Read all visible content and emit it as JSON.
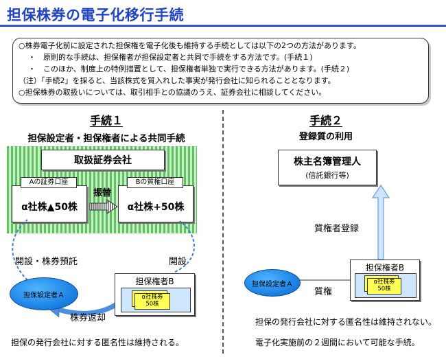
{
  "title": "担保株券の電子化移行手続",
  "notes": [
    "○株券電子化前に設定された担保権を電子化後も維持する手続としては以下の2つの方法があります。",
    "・　原則的な手続は、担保権者が担保設定者と共同で手続をする方法です。(手続１)",
    "・　このほか、制度上の特例措置として、担保権者単独で実行できる方法があります。(手続２)",
    "（注）「手続2」を採ると、当該株式を質入れした事実が発行会社に知られることとなります。",
    "○担保株券の取扱いについては、取引相手との協議のうえ、証券会社に相談してください。"
  ],
  "proc1": {
    "heading": "手続１",
    "subheading": "担保設定者・担保権者による共同手続",
    "broker": "取扱証券会社",
    "acctA_tab": "Aの証券口座",
    "acctA_value": "α社株▲50株",
    "transfer": "振替",
    "acctB_tab": "Bの質権口座",
    "acctB_value": "α社株+50株",
    "open_left": "開設・株券預託",
    "open_right": "開設",
    "holderB": "担保権者B",
    "cert": [
      "α社株券",
      "50株"
    ],
    "setterA": "担保設定者Ａ",
    "return": "株券返却",
    "footer": "担保の発行会社に対する匿名性は維持される。"
  },
  "proc2": {
    "heading": "手続２",
    "subheading": "登録質の利用",
    "registrar": "株主名簿管理人",
    "registrar_sub": "(信託銀行等)",
    "registration": "質権者登録",
    "holderB": "担保権者B",
    "cert": [
      "α社株券",
      "50株"
    ],
    "setterA": "担保設定者Ａ",
    "pledge": "質権",
    "footer1": "担保の発行会社に対する匿名性は維持されない。",
    "footer2": "電子化実施前の２週間において可能な手続。"
  },
  "colors": {
    "title": "#1f43c8",
    "green": "#5fc35f",
    "blue_ellipse": "#1d84e6",
    "certificate": "#ffff55",
    "arrow_blue": "#4a8fe0"
  }
}
